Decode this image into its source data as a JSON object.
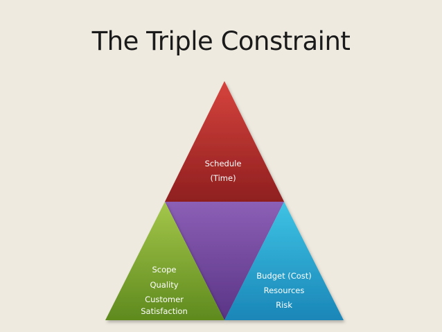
{
  "slide": {
    "title": "The Triple Constraint"
  },
  "triangles": {
    "top": {
      "lines": [
        "Schedule",
        "(Time)"
      ],
      "color_light": "#d6433d",
      "color_dark": "#8f1f1f",
      "text_color": "#ffffff"
    },
    "left": {
      "lines": [
        "Scope",
        "Quality",
        "Customer",
        "Satisfaction"
      ],
      "color_light": "#a4c64a",
      "color_dark": "#5e8a1e",
      "text_color": "#ffffff"
    },
    "center": {
      "lines": [],
      "color_light": "#8b5fb5",
      "color_dark": "#5a3486"
    },
    "right": {
      "lines": [
        "Budget (Cost)",
        "Resources",
        "Risk"
      ],
      "color_light": "#3ec3e4",
      "color_dark": "#1a86b8",
      "text_color": "#ffffff"
    }
  }
}
